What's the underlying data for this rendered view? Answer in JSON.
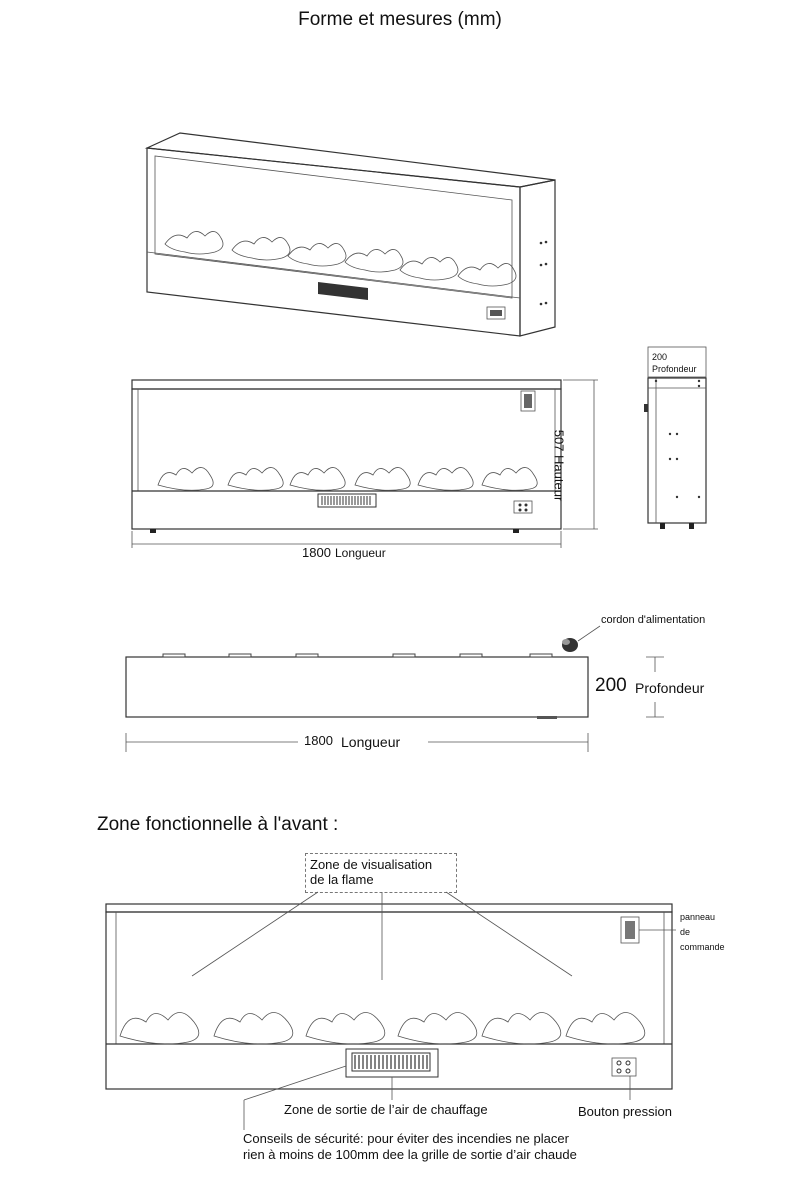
{
  "title": "Forme et mesures (mm)",
  "side_view": {
    "depth_value": "200",
    "depth_label": "Profondeur"
  },
  "front_view": {
    "height_label": "507 Hauteur",
    "length_value": "1800",
    "length_label": "Longueur"
  },
  "top_view": {
    "power_cord_label": "cordon d'alimentation",
    "depth_value": "200",
    "depth_label": "Profondeur",
    "length_value": "1800",
    "length_label": "Longueur"
  },
  "functional": {
    "heading": "Zone fonctionnelle à l'avant :",
    "flame_zone_label_1": "Zone de visualisation",
    "flame_zone_label_2": "de la flame",
    "control_panel_1": "panneau",
    "control_panel_2": "de",
    "control_panel_3": "commande",
    "heat_outlet_label": "Zone de sortie de l’air de chauffage",
    "push_button_label": "Bouton pression",
    "safety_line_1": "Conseils de sécurité: pour éviter des incendies ne placer",
    "safety_line_2": "rien à moins de 100mm dee la grille de sortie d’air chaude"
  }
}
